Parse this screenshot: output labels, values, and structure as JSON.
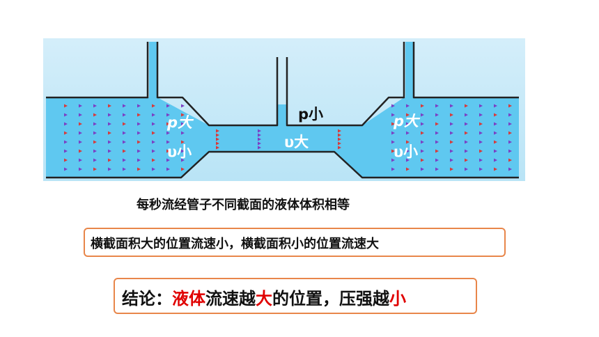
{
  "diagram": {
    "labels": {
      "p_left": "p大",
      "v_left": "υ小",
      "p_mid": "p小",
      "v_mid": "υ大",
      "p_right": "p大",
      "v_right": "υ小"
    },
    "colors": {
      "water": "#5fc8f0",
      "water_light": "#bfe8f7",
      "arrow_purple": "#7b3fc4",
      "arrow_red": "#d83a3a",
      "tube": "#222222"
    }
  },
  "statement": "每秒流经管子不同截面的液体体积相等",
  "box1": {
    "text": "横截面积大的位置流速小，横截面积小的位置流速大"
  },
  "conclusion": {
    "prefix": "结论：",
    "highlight1": "液体",
    "mid1": "流速越",
    "highlight2": "大",
    "mid2": "的位置，压强越",
    "highlight3": "小"
  }
}
